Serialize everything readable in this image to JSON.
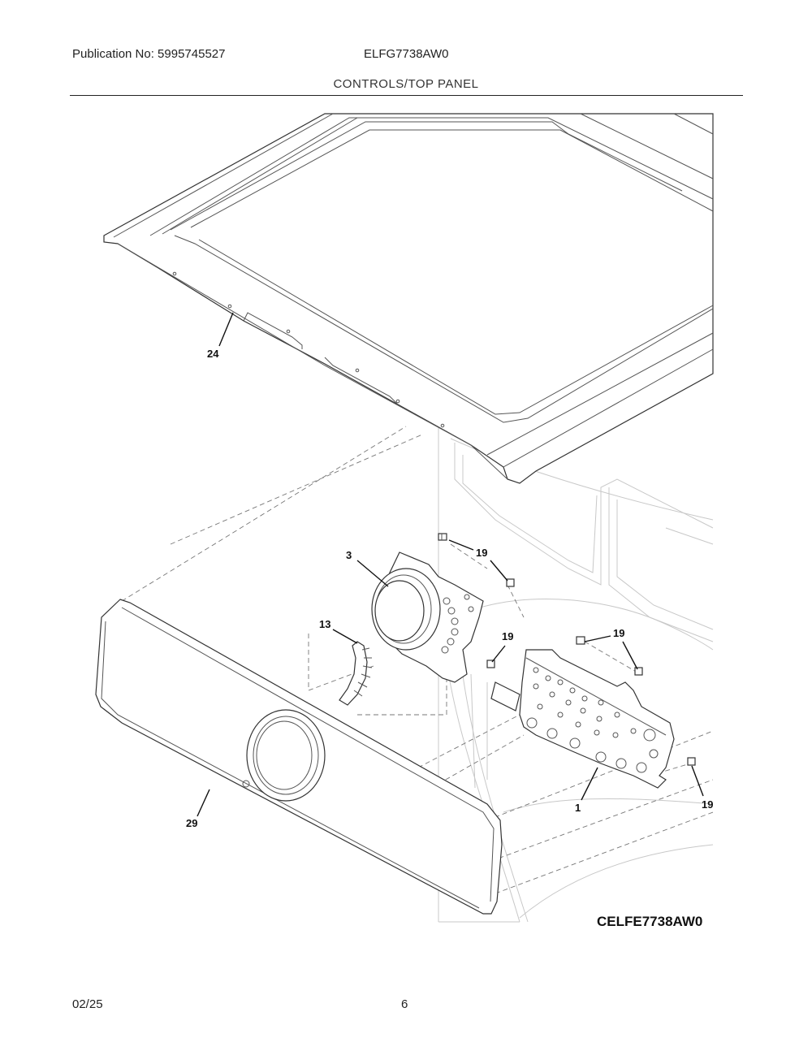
{
  "header": {
    "publication": "Publication No: 5995745527",
    "model": "ELFG7738AW0",
    "section_title": "CONTROLS/TOP PANEL"
  },
  "diagram": {
    "callouts": {
      "top_panel": "24",
      "console_knob_housing": "3",
      "led_lens": "13",
      "screw_a": "19",
      "screw_b": "19",
      "screw_c": "19",
      "screw_d": "19",
      "control_board": "1",
      "console_panel": "29"
    },
    "drawing_code": "CELFE7738AW0"
  },
  "footer": {
    "date": "02/25",
    "page": "6"
  }
}
